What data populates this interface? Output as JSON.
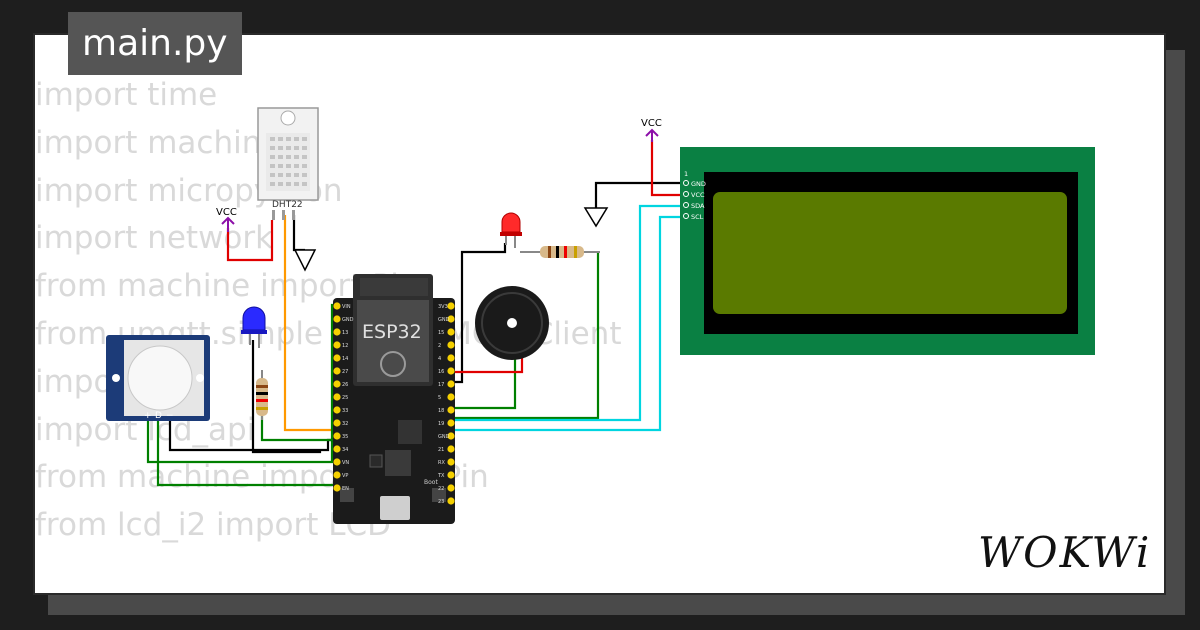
{
  "tab": {
    "filename": "main.py"
  },
  "code_lines": [
    "import time",
    "import machine",
    "import micropython",
    "import network",
    "from machine import Pin",
    "from umqtt.simple import MQTTClient",
    "import dht",
    "import lcd_api",
    "from machine import I2C, Pin",
    "from lcd_i2 import LCD"
  ],
  "components": {
    "dht22_label": "DHT22",
    "vcc_left": "VCC",
    "vcc_right": "VCC",
    "esp32_label": "ESP32",
    "pir_pins": [
      "+",
      "D",
      "−"
    ],
    "lcd_pins": [
      "GND",
      "VCC",
      "SDA",
      "SCL"
    ],
    "lcd_pin_index": "1",
    "esp_boot_label": "Boot",
    "esp_left_pins": [
      "VIN",
      "GND",
      "13",
      "12",
      "14",
      "27",
      "26",
      "25",
      "33",
      "32",
      "35",
      "34",
      "VN",
      "VP",
      "EN"
    ],
    "esp_right_pins": [
      "3V3",
      "GND",
      "15",
      "2",
      "4",
      "16",
      "17",
      "5",
      "18",
      "19",
      "GND",
      "21",
      "RX",
      "TX",
      "22",
      "23"
    ]
  },
  "colors": {
    "background": "#1e1e1e",
    "card": "#ffffff",
    "code_text": "#d9d9d9",
    "wire_red": "#e00000",
    "wire_green": "#008000",
    "wire_cyan": "#00d5e0",
    "wire_orange": "#ff9900",
    "lcd_board": "#0a8043",
    "lcd_screen": "#5a7a00",
    "vcc_purple": "#8c0fa8"
  },
  "logo": {
    "text": "WOKWi"
  }
}
